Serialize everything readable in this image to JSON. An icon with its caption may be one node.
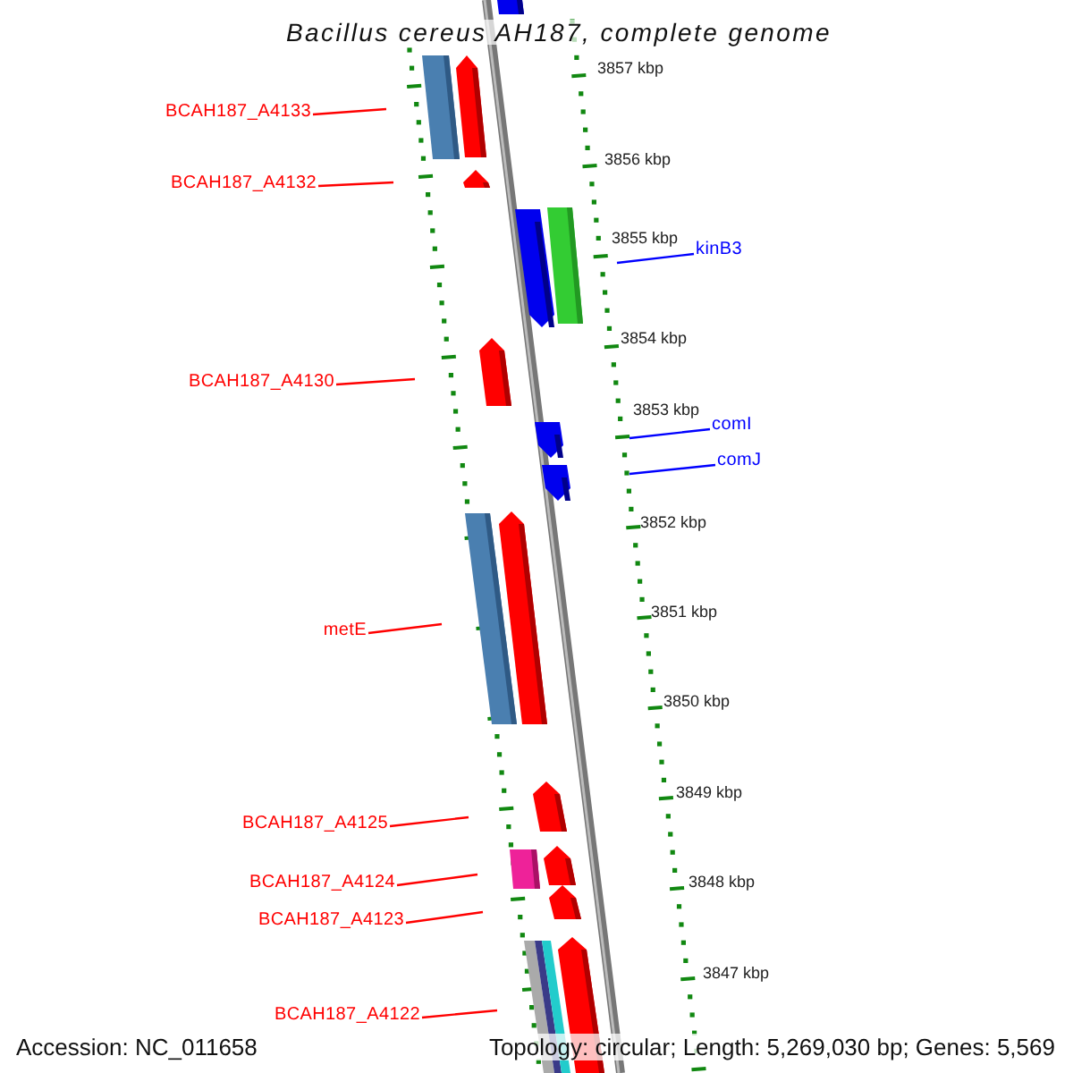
{
  "diagram": {
    "title": "Bacillus cereus AH187, complete genome",
    "nodes": [
      {
        "text": [
          "BCAH187_A4133"
        ]
      },
      {
        "text": [
          "BCAH187_A4132"
        ]
      },
      {
        "text": [
          "kinB3"
        ]
      },
      {
        "text": [
          "BCAH187_A4130"
        ]
      },
      {
        "text": [
          "comI"
        ]
      },
      {
        "text": [
          "comJ"
        ]
      },
      {
        "text": [
          "metE"
        ]
      },
      {
        "text": [
          "BCAH187_A4125"
        ]
      },
      {
        "text": [
          "BCAH187_A4124"
        ]
      },
      {
        "text": [
          "BCAH187_A4123"
        ]
      },
      {
        "text": [
          "BCAH187_A4122"
        ]
      }
    ],
    "edges": [
      {
        "from": 0,
        "to": null,
        "arrow": "none"
      },
      {
        "from": 1,
        "to": null,
        "arrow": "none"
      },
      {
        "from": 2,
        "to": null,
        "arrow": "none",
        "color": "#0000ff"
      },
      {
        "from": 3,
        "to": null,
        "arrow": "none"
      },
      {
        "from": 4,
        "to": null,
        "arrow": "none",
        "color": "#0000ff"
      },
      {
        "from": 5,
        "to": null,
        "arrow": "none",
        "color": "#0000ff"
      },
      {
        "from": 6,
        "to": null,
        "arrow": "none"
      },
      {
        "from": 7,
        "to": null,
        "arrow": "none"
      },
      {
        "from": 8,
        "to": null,
        "arrow": "none"
      },
      {
        "from": 9,
        "to": null,
        "arrow": "none"
      },
      {
        "from": 10,
        "to": null,
        "arrow": "none"
      }
    ],
    "labels": [
      "3857 kbp",
      "3856 kbp",
      "3855 kbp",
      "3854 kbp",
      "3853 kbp",
      "3852 kbp",
      "3851 kbp",
      "3850 kbp",
      "3849 kbp",
      "3848 kbp",
      "3847 kbp",
      "Accession: NC_011658",
      "Topology: circular; Length: 5,269,030 bp; Genes: 5,569"
    ]
  }
}
